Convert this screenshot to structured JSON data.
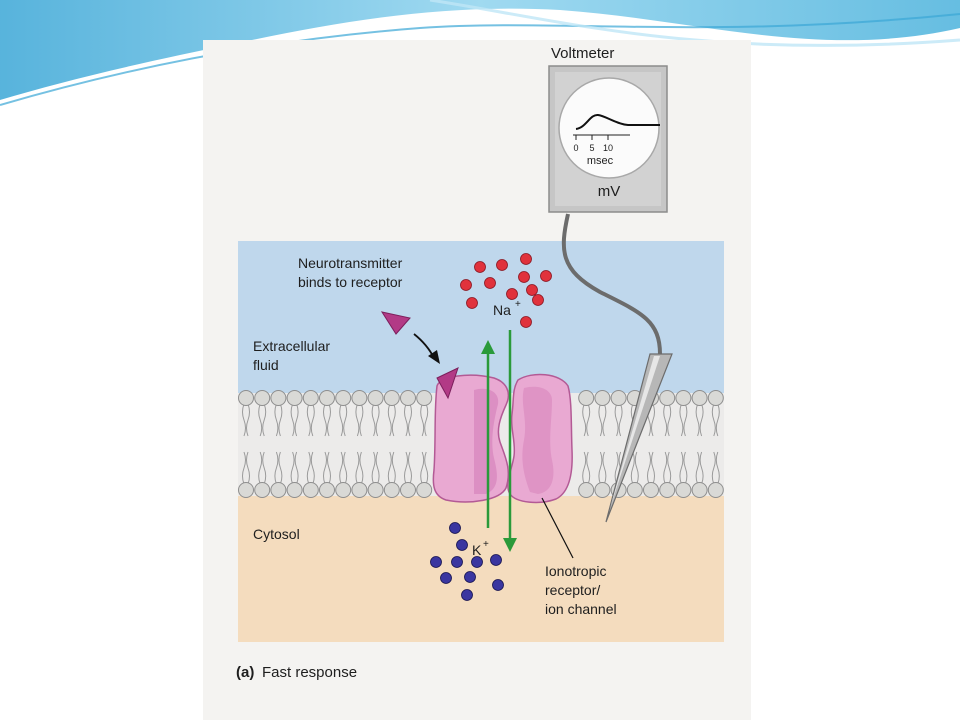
{
  "colors": {
    "slide_wave": "#5fb8dc",
    "figure_bg": "#f4f3f1",
    "extracellular": "#bfd7ec",
    "cytosol": "#f4dcbe",
    "channel": "#e8a8d0",
    "na_ion": "#e0323c",
    "k_ion": "#3a36a0",
    "arrow": "#2a9a3a",
    "ligand": "#b23a86"
  },
  "voltmeter": {
    "title": "Voltmeter",
    "unit": "mV",
    "ticks": [
      "0",
      "5",
      "10"
    ],
    "axis_label": "msec"
  },
  "labels": {
    "neurotransmitter_line1": "Neurotransmitter",
    "neurotransmitter_line2": "binds to receptor",
    "extracellular_line1": "Extracellular",
    "extracellular_line2": "fluid",
    "cytosol": "Cytosol",
    "na": "Na",
    "k": "K",
    "ion_charge": "+",
    "receptor_line1": "Ionotropic",
    "receptor_line2": "receptor/",
    "receptor_line3": "ion channel",
    "caption_letter": "(a)",
    "caption_text": "Fast response"
  }
}
